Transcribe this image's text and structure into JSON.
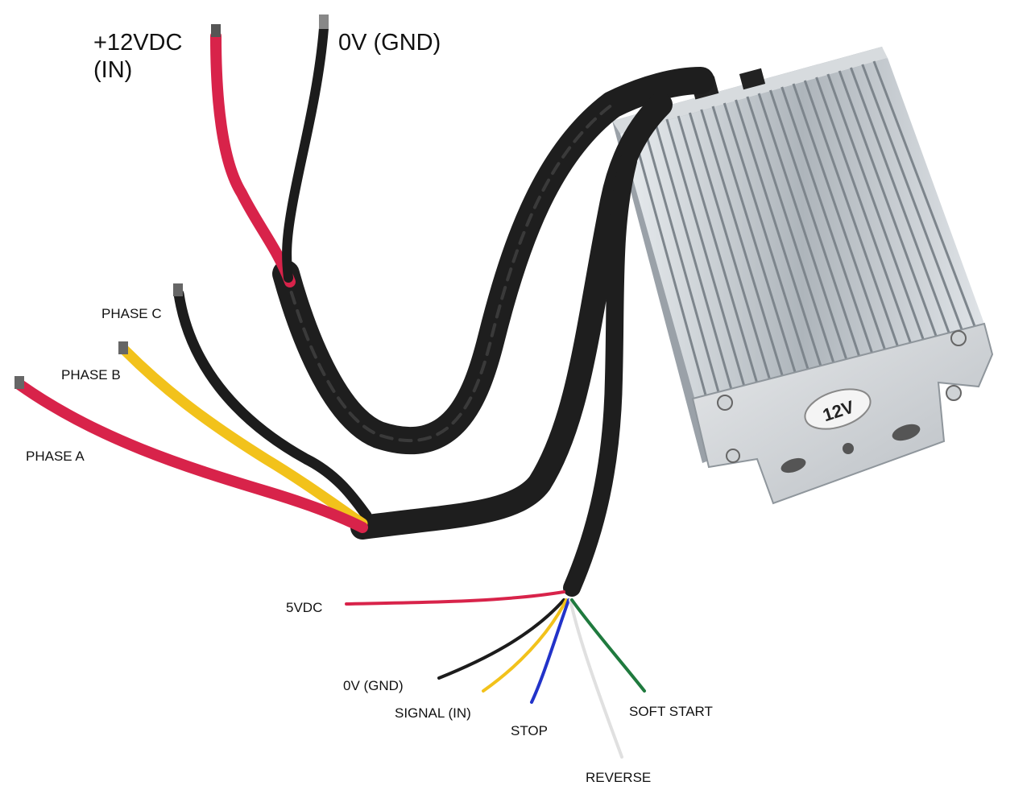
{
  "photo": {
    "subject_colors": {
      "red_wire": "#d8234a",
      "black_wire": "#1c1c1c",
      "yellow_wire": "#f2c21b",
      "blue_wire": "#2233c9",
      "green_wire": "#1f7a3e",
      "white_wire": "#e9e9e9",
      "heatsink": "#c9ced3",
      "cable_jacket": "#1e1e1e"
    },
    "device_badge": "12V"
  },
  "labels": {
    "power_positive": [
      "+12VDC",
      "(IN)"
    ],
    "power_ground": "0V (GND)",
    "phase_c": "PHASE C",
    "phase_b": "PHASE B",
    "phase_a": "PHASE A",
    "logic_5v": "5VDC",
    "signal_ground": "0V (GND)",
    "signal_in": "SIGNAL (IN)",
    "stop": "STOP",
    "soft_start": "SOFT START",
    "reverse": "REVERSE"
  }
}
